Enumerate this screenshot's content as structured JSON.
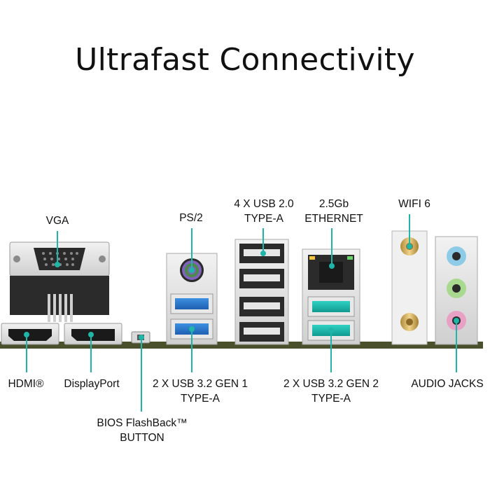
{
  "title": "Ultrafast Connectivity",
  "accent_color": "#1fb5a8",
  "labels": {
    "vga": "VGA",
    "ps2": "PS/2",
    "usb20_line1": "4 X USB 2.0",
    "usb20_line2": "TYPE-A",
    "ethernet_line1": "2.5Gb",
    "ethernet_line2": "ETHERNET",
    "wifi": "WIFI 6",
    "hdmi": "HDMI®",
    "displayport": "DisplayPort",
    "usb32g1_line1": "2 X USB 3.2 GEN 1",
    "usb32g1_line2": "TYPE-A",
    "usb32g2_line1": "2 X USB 3.2 GEN 2",
    "usb32g2_line2": "TYPE-A",
    "audio": "AUDIO JACKS",
    "bios_line1": "BIOS FlashBack™",
    "bios_line2": "BUTTON"
  },
  "icons": [
    "vga-port-icon",
    "hdmi-port-icon",
    "displayport-port-icon",
    "ps2-port-icon",
    "usb-port-icon",
    "ethernet-port-icon",
    "wifi-antenna-icon",
    "audio-jack-icon",
    "bios-button-icon"
  ]
}
